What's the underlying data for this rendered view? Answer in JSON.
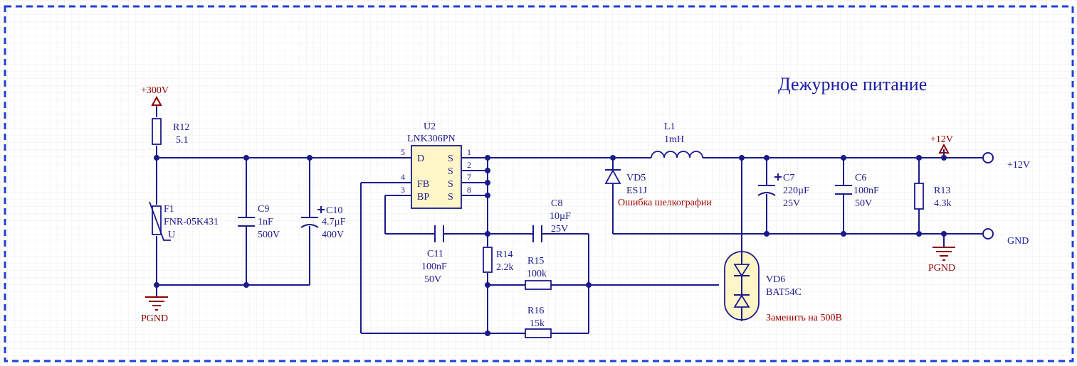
{
  "title": "Дежурное питание",
  "power": {
    "p300": "+300V",
    "p12": "+12V",
    "pgnd_left": "PGND",
    "pgnd_right": "PGND"
  },
  "ports": {
    "out12": "+12V",
    "gnd": "GND"
  },
  "components": {
    "r12": {
      "ref": "R12",
      "value": "5.1"
    },
    "f1": {
      "ref": "F1",
      "value": "FNR-05K431",
      "extra": "U"
    },
    "c9": {
      "ref": "C9",
      "value": "1nF",
      "voltage": "500V"
    },
    "c10": {
      "ref": "C10",
      "value": "4.7µF",
      "voltage": "400V"
    },
    "u2": {
      "ref": "U2",
      "value": "LNK306PN",
      "pins": {
        "d": "D",
        "fb": "FB",
        "bp": "BP",
        "s1": "S",
        "s2": "S",
        "s3": "S",
        "s4": "S",
        "n5": "5",
        "n4": "4",
        "n3": "3",
        "n1": "1",
        "n2": "2",
        "n7": "7",
        "n8": "8"
      }
    },
    "c11": {
      "ref": "C11",
      "value": "100nF",
      "voltage": "50V"
    },
    "r14": {
      "ref": "R14",
      "value": "2.2k"
    },
    "c8": {
      "ref": "C8",
      "value": "10µF",
      "voltage": "25V"
    },
    "r15": {
      "ref": "R15",
      "value": "100k"
    },
    "r16": {
      "ref": "R16",
      "value": "15k"
    },
    "l1": {
      "ref": "L1",
      "value": "1mH"
    },
    "vd5": {
      "ref": "VD5",
      "value": "ES1J",
      "note": "Ошибка шелкографии"
    },
    "vd6": {
      "ref": "VD6",
      "value": "BAT54C",
      "note": "Заменить на 500В"
    },
    "c7": {
      "ref": "C7",
      "value": "220µF",
      "voltage": "25V"
    },
    "c6": {
      "ref": "C6",
      "value": "100nF",
      "voltage": "50V"
    },
    "r13": {
      "ref": "R13",
      "value": "4.3k"
    }
  },
  "colors": {
    "wire": "#1a1a8c",
    "text": "#1a1a8c",
    "power": "#8b0000",
    "highlight": "#fff6c8",
    "border": "#1f3fd6",
    "grid": "#ececec"
  }
}
